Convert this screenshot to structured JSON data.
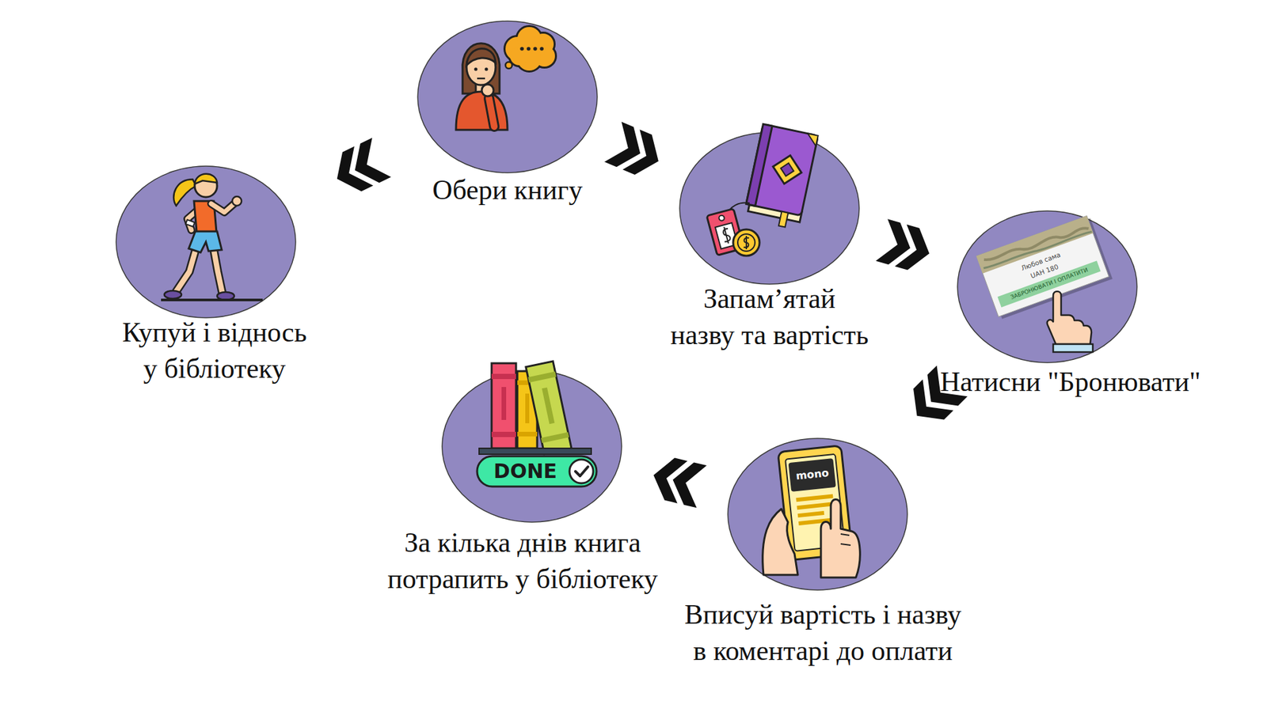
{
  "diagram": {
    "nodes": [
      {
        "text": [
          "Обери книгу"
        ]
      },
      {
        "text": [
          "Купуй і віднось у бібліотеку"
        ]
      },
      {
        "text": [
          "Запам’ятай назву та вартість"
        ]
      },
      {
        "text": [
          "Натисни \"Бронювати\""
        ]
      },
      {
        "text": [
          "Вписуй вартість і назву в коментарі до оплати"
        ]
      },
      {
        "text": [
          "За кілька днів книга потрапить у бібліотеку"
        ]
      }
    ],
    "edges": [
      {
        "from": 0,
        "to": 1,
        "arrow": "to"
      },
      {
        "from": 0,
        "to": 2,
        "arrow": "to"
      },
      {
        "from": 2,
        "to": 3,
        "arrow": "to"
      },
      {
        "from": 3,
        "to": 4,
        "arrow": "to"
      },
      {
        "from": 4,
        "to": 5,
        "arrow": "to"
      }
    ],
    "labels": [
      "Любов сама",
      "UAH 180",
      "ЗАБРОНЮВАТИ І ОПЛАТИТИ",
      "mono",
      "DONE"
    ]
  }
}
